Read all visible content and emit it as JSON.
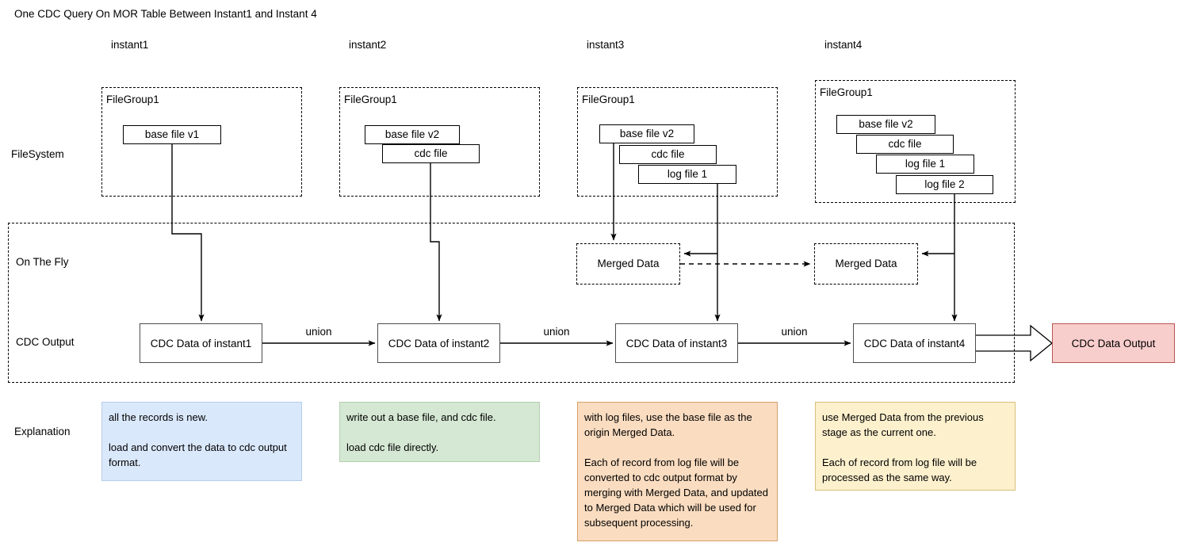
{
  "title": "One CDC Query On MOR Table Between Instant1 and Instant 4",
  "columns": [
    {
      "label": "instant1"
    },
    {
      "label": "instant2"
    },
    {
      "label": "instant3"
    },
    {
      "label": "instant4"
    }
  ],
  "rows": {
    "filesystem_label": "FileSystem",
    "onthefly_label": "On The Fly",
    "cdc_output_label": "CDC Output",
    "explanation_label": "Explanation"
  },
  "filegroups": [
    {
      "title": "FileGroup1",
      "files": [
        "base file v1"
      ]
    },
    {
      "title": "FileGroup1",
      "files": [
        "base file v2",
        "cdc file"
      ]
    },
    {
      "title": "FileGroup1",
      "files": [
        "base file v2",
        "cdc file",
        "log file 1"
      ]
    },
    {
      "title": "FileGroup1",
      "files": [
        "base file v2",
        "cdc file",
        "log file 1",
        "log file 2"
      ]
    }
  ],
  "merged_data": [
    {
      "label": "Merged Data"
    },
    {
      "label": "Merged Data"
    }
  ],
  "cdc_boxes": [
    {
      "label": "CDC Data of instant1"
    },
    {
      "label": "CDC Data of instant2"
    },
    {
      "label": "CDC Data of instant3"
    },
    {
      "label": "CDC Data of instant4"
    }
  ],
  "union_labels": [
    "union",
    "union",
    "union"
  ],
  "output": {
    "label": "CDC Data Output"
  },
  "notes": [
    {
      "text": "all the records is new.\n\nload and convert the data to cdc output format."
    },
    {
      "text": "write out a base file, and cdc file.\n\nload cdc file directly."
    },
    {
      "text": "with log files, use the base file as the origin Merged Data.\n\nEach of record from log file will be converted to cdc output format by merging with Merged Data, and updated to Merged Data which will be used for subsequent processing."
    },
    {
      "text": "use Merged Data from the previous stage as the current one.\n\nEach of record from log file will be processed as the same way."
    }
  ],
  "colors": {
    "note_blue": "#dae8fc",
    "note_green": "#d5e8d4",
    "note_orange": "#fadcc0",
    "note_yellow": "#fdf0cd",
    "output_fill": "#f8cecc",
    "output_stroke": "#b85450",
    "line": "#000000"
  }
}
